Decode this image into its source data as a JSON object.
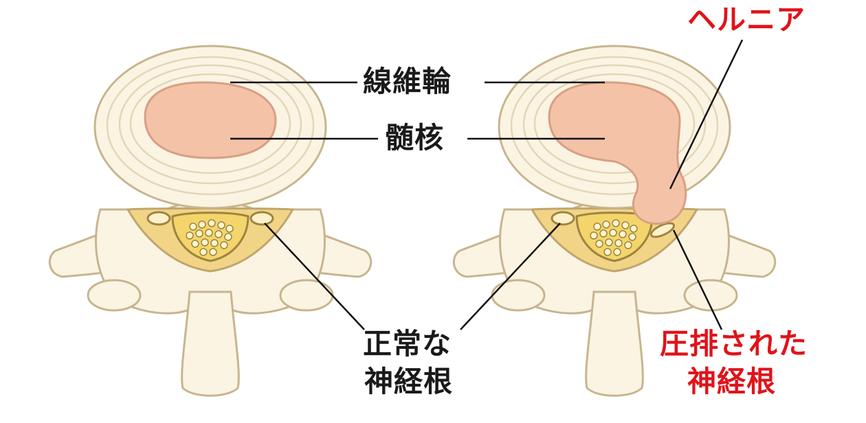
{
  "labels": {
    "annulus": "線維輪",
    "nucleus": "髄核",
    "hernia": "ヘルニア",
    "normal_root_line1": "正常な",
    "normal_root_line2": "神経根",
    "compressed_root_line1": "圧排された",
    "compressed_root_line2": "神経根"
  },
  "colors": {
    "bone": "#fbf4e3",
    "outline": "#c7b58e",
    "nucleus": "#f3c2a7",
    "cord_fill": "#f3d56c",
    "leader": "#111111",
    "red_label": "#e0131a"
  }
}
